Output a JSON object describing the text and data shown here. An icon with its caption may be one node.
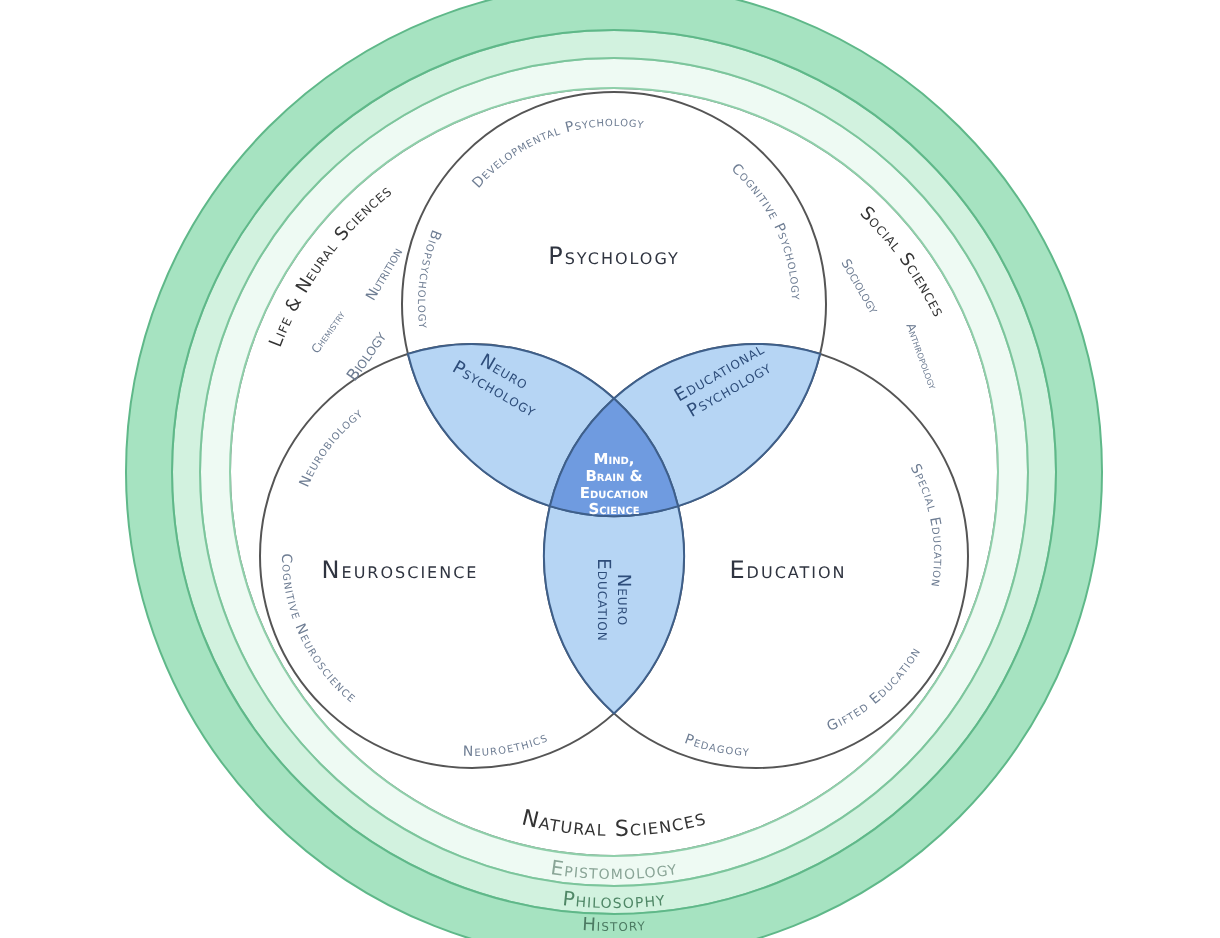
{
  "diagram": {
    "nodes": [
      {
        "text": [
          "History"
        ]
      },
      {
        "text": [
          "Philosophy"
        ],
        "in": 0
      },
      {
        "text": [
          "Epistomology"
        ],
        "in": 1
      },
      {
        "text": [
          "Natural Sciences"
        ],
        "in": 2
      },
      {
        "text": [
          "Psychology"
        ],
        "in": 3
      },
      {
        "text": [
          "Neuroscience"
        ],
        "in": 3
      },
      {
        "text": [
          "Education"
        ],
        "in": 3
      },
      {
        "text": [
          "Neuro Psychology"
        ]
      },
      {
        "text": [
          "Educational Psychology"
        ]
      },
      {
        "text": [
          "Neuro Education"
        ]
      },
      {
        "text": [
          "Mind, Brain & Education Science"
        ]
      }
    ],
    "labels": [
      "Developmental Psychology",
      "Life & Neural Sciences",
      "Nutrition",
      "Chemistry",
      "Biology",
      "Biopsychology",
      "Cognitive Psychology",
      "Social Sciences",
      "Sociology",
      "Anthropology",
      "Neurobiology",
      "Special Education",
      "Cognitive Neuroscience",
      "Gifted Education",
      "Neuroethics",
      "Pedagogy"
    ]
  }
}
